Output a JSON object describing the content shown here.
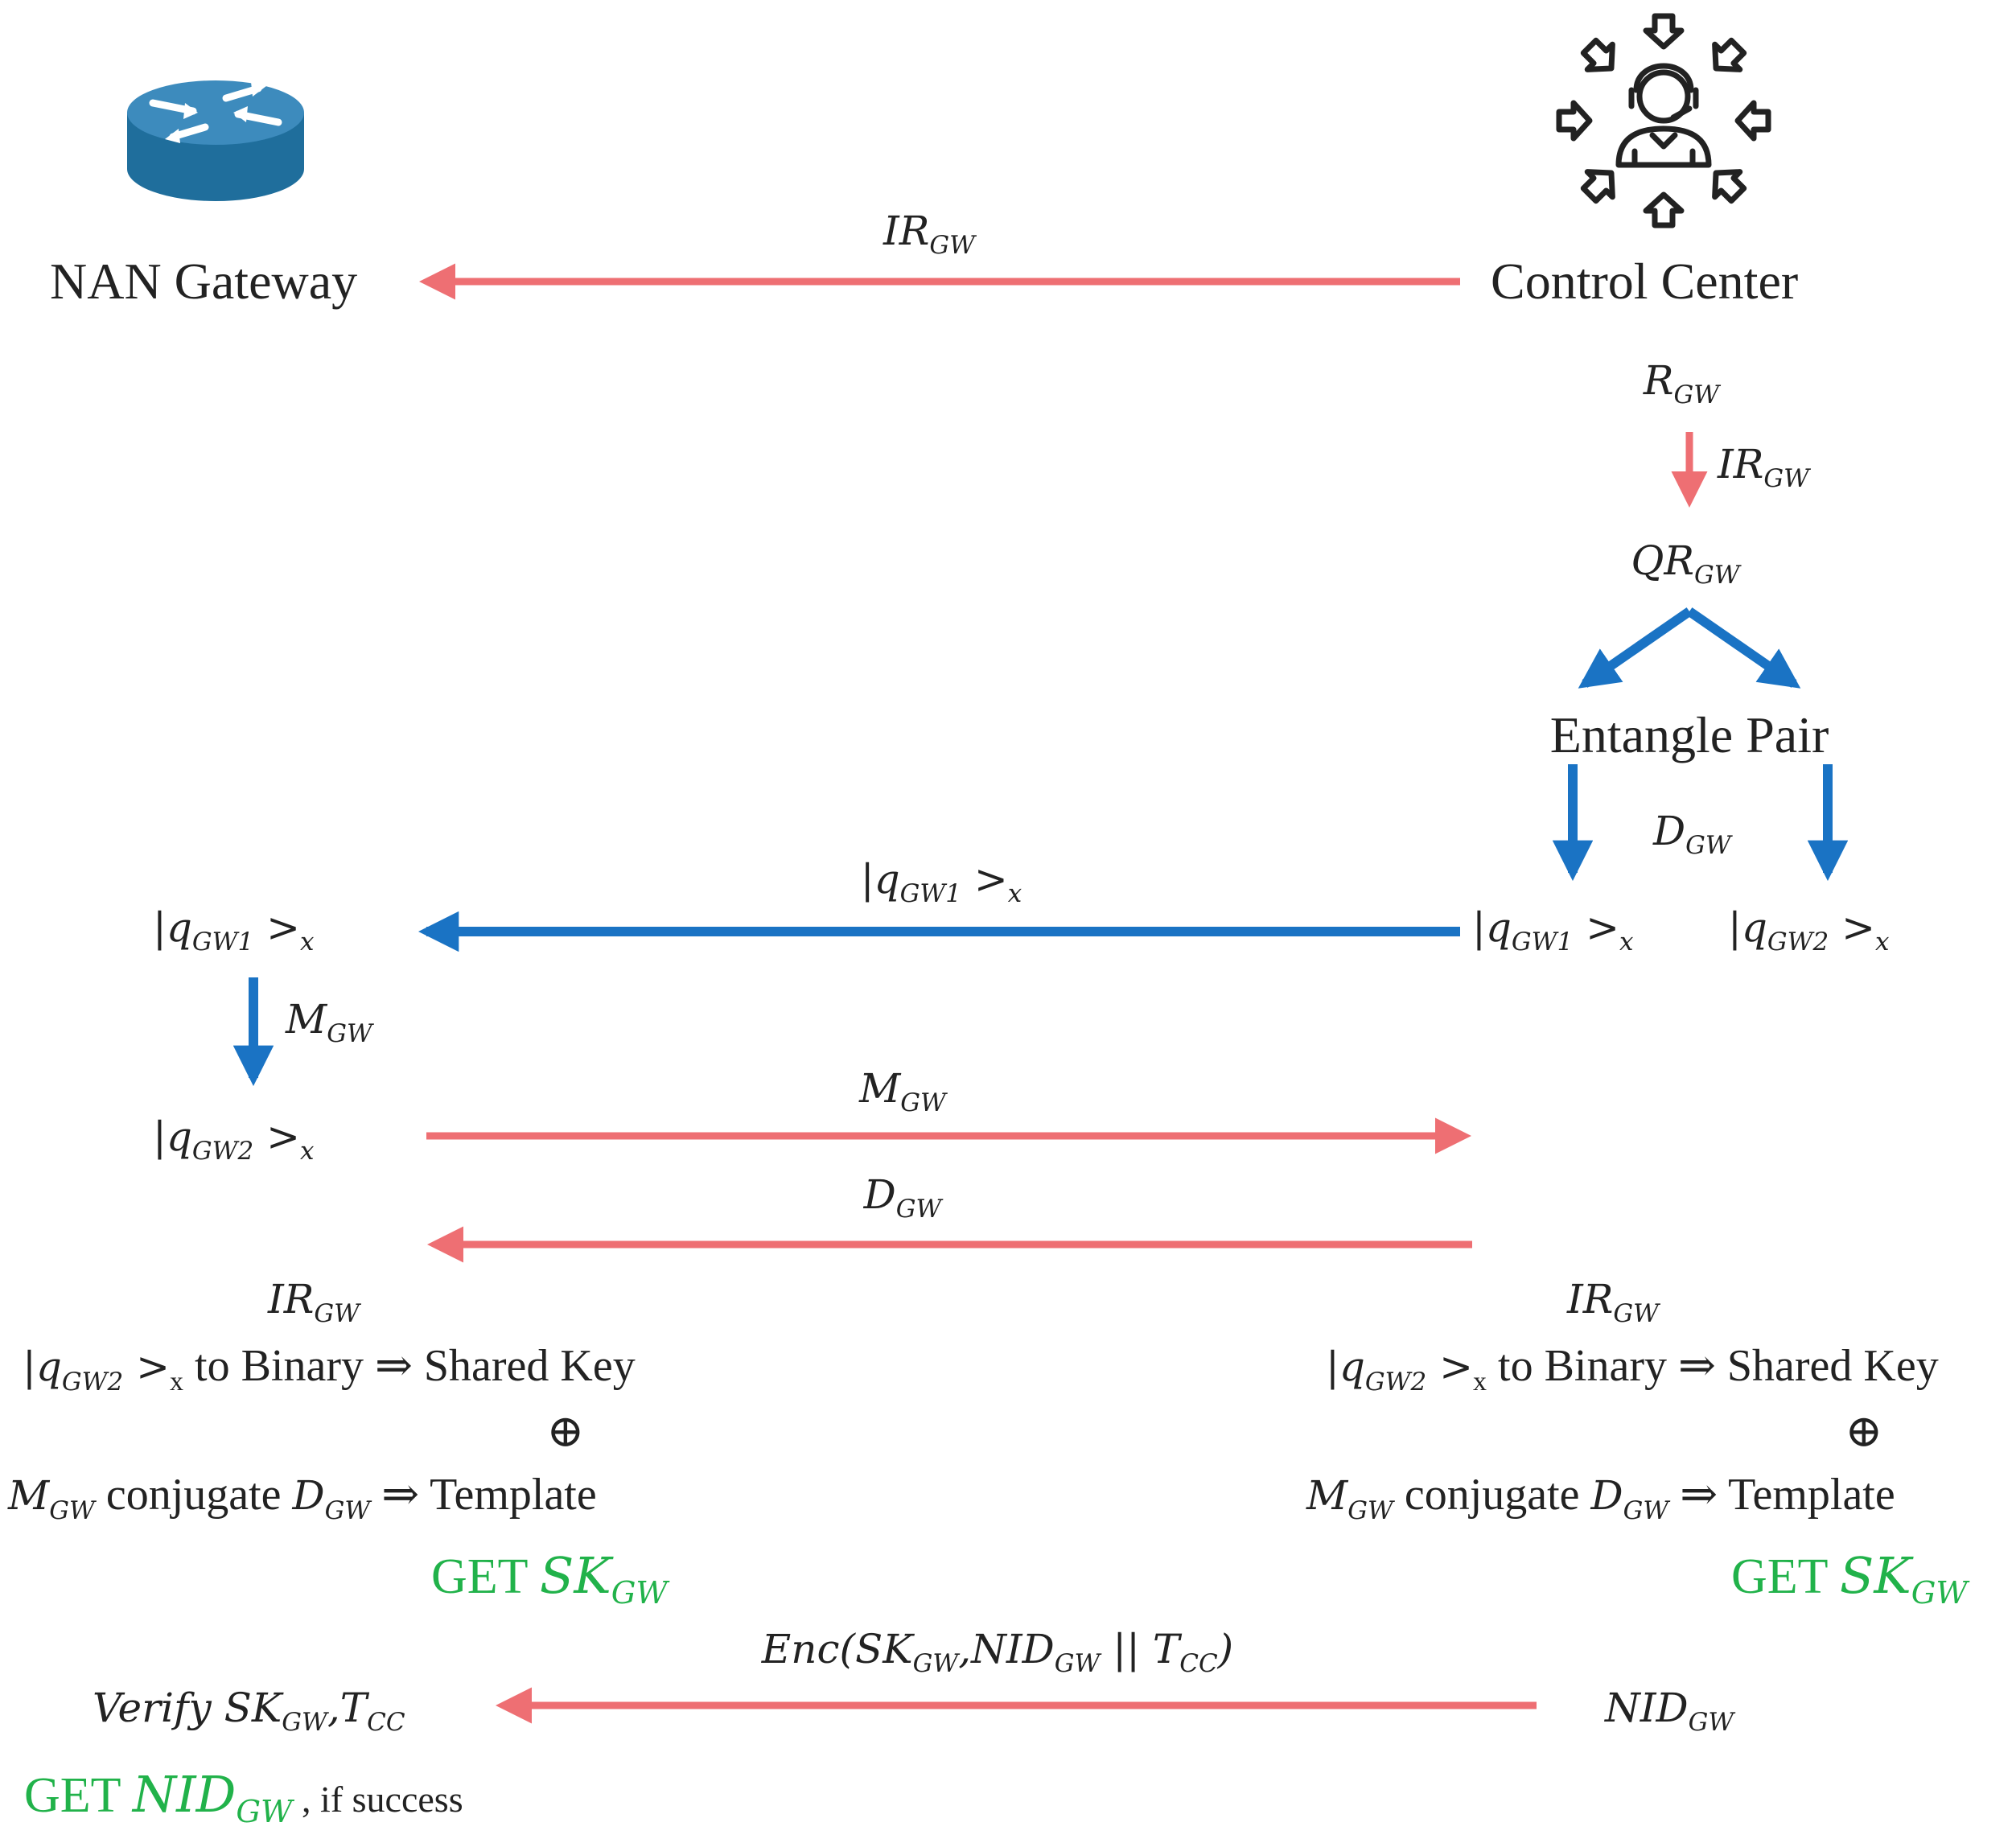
{
  "nodes": {
    "gateway": "NAN Gateway",
    "control_center": "Control Center"
  },
  "icons": {
    "gateway": "router-icon",
    "control_center": "operator-arrows-icon"
  },
  "colors": {
    "classical_channel": "#ee6f73",
    "quantum_channel": "#1a73c4",
    "result_text": "#21b24a",
    "router": "#1f6e9c"
  },
  "msg_ir": {
    "base": "IR",
    "sub": "GW"
  },
  "cc_steps": {
    "r": {
      "base": "R",
      "sub": "GW"
    },
    "ir": {
      "base": "IR",
      "sub": "GW"
    },
    "qr": {
      "base": "QR",
      "sub": "GW"
    },
    "entangle": "Entangle Pair",
    "d": {
      "base": "D",
      "sub": "GW"
    }
  },
  "cc_qubit1": {
    "ket": "|q",
    "sub": "GW1",
    "close": " >",
    "basis": "x"
  },
  "cc_qubit2": {
    "ket": "|q",
    "sub": "GW2",
    "close": " >",
    "basis": "x"
  },
  "msg_qubit": {
    "ket": "|q",
    "sub": "GW1",
    "close": " >",
    "basis": "x"
  },
  "gw_qubit1": {
    "ket": "|q",
    "sub": "GW1",
    "close": " >",
    "basis": "x"
  },
  "gw_m": {
    "base": "M",
    "sub": "GW"
  },
  "gw_qubit2": {
    "ket": "|q",
    "sub": "GW2",
    "close": " >",
    "basis": "x"
  },
  "msg_m": {
    "base": "M",
    "sub": "GW"
  },
  "msg_d": {
    "base": "D",
    "sub": "GW"
  },
  "gw_calc": {
    "ir": {
      "base": "IR",
      "sub": "GW"
    },
    "line1": {
      "ket": "|q",
      "sub": "GW2",
      "close": " >",
      "basis": "x",
      "tail": " to Binary ⇒ Shared Key"
    },
    "xor": "⊕",
    "line2": {
      "m": "M",
      "m_sub": "GW",
      "mid": " conjugate ",
      "d": "D",
      "d_sub": "GW",
      "tail": " ⇒ Template"
    },
    "get": {
      "prefix": "GET ",
      "base": "SK",
      "sub": "GW"
    }
  },
  "cc_calc": {
    "ir": {
      "base": "IR",
      "sub": "GW"
    },
    "line1": {
      "ket": "|q",
      "sub": "GW2",
      "close": " >",
      "basis": "x",
      "tail": " to Binary ⇒ Shared Key"
    },
    "xor": "⊕",
    "line2": {
      "m": "M",
      "m_sub": "GW",
      "mid": " conjugate ",
      "d": "D",
      "d_sub": "GW",
      "tail": " ⇒ Template"
    },
    "get": {
      "prefix": "GET ",
      "base": "SK",
      "sub": "GW"
    }
  },
  "msg_enc": {
    "t1": "Enc(SK",
    "s1": "GW",
    "t2": ",NID",
    "s2": "GW",
    "t3": " || T",
    "s3": "CC",
    "t4": ")"
  },
  "verify": {
    "t1": "Verify SK",
    "s1": "GW",
    "t2": ",T",
    "s2": "CC"
  },
  "cc_nid": {
    "base": "NID",
    "sub": "GW"
  },
  "final": {
    "prefix": "GET ",
    "base": "NID",
    "sub": "GW",
    "suffix": " , if success"
  }
}
